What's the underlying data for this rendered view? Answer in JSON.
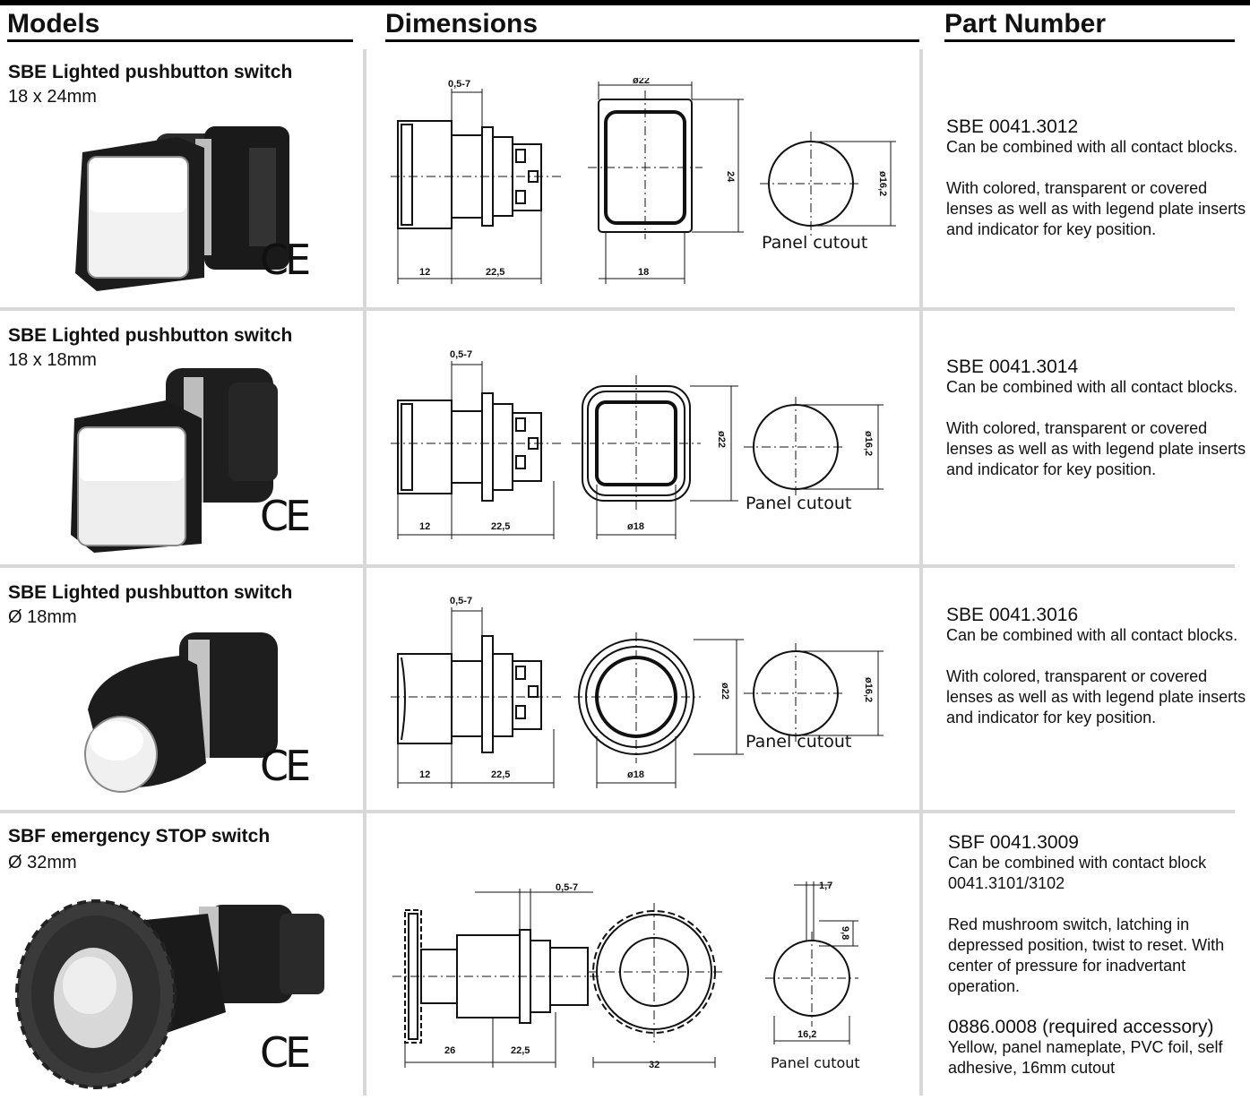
{
  "header": {
    "models": "Models",
    "dimensions": "Dimensions",
    "part_number": "Part Number"
  },
  "ce_mark": "CE",
  "panel_cutout": "Panel cutout",
  "rows": [
    {
      "model": "SBE Lighted pushbutton switch",
      "size": "18 x 24mm",
      "dims": {
        "a": "0,5-7",
        "b": "ø22",
        "c": "24",
        "d": "ø16,2",
        "e": "12",
        "f": "22,5",
        "g": "18"
      },
      "part_number": "SBE 0041.3012",
      "desc1": "Can be combined with all contact blocks.",
      "desc2": "With colored, transparent or covered lenses as well as with legend plate inserts and indicator for key position."
    },
    {
      "model": "SBE Lighted pushbutton switch",
      "size": "18 x 18mm",
      "dims": {
        "a": "0,5-7",
        "b": "ø22",
        "d": "ø16,2",
        "e": "12",
        "f": "22,5",
        "g": "ø18"
      },
      "part_number": "SBE 0041.3014",
      "desc1": "Can be combined with all contact blocks.",
      "desc2": "With colored, transparent or covered lenses as well as with legend plate inserts and indicator for key position."
    },
    {
      "model": "SBE Lighted pushbutton switch",
      "size": "Ø 18mm",
      "dims": {
        "a": "0,5-7",
        "b": "ø22",
        "d": "ø16,2",
        "e": "12",
        "f": "22,5",
        "g": "ø18"
      },
      "part_number": "SBE 0041.3016",
      "desc1": "Can be combined with all contact blocks.",
      "desc2": "With colored, transparent or covered lenses as well as with legend plate inserts and indicator for key position."
    },
    {
      "model": "SBF emergency STOP switch",
      "size": "Ø 32mm",
      "dims": {
        "a": "0,5-7",
        "h": "1,7",
        "i": "9,8",
        "e": "26",
        "f": "22,5",
        "g": "32",
        "d": "16,2"
      },
      "part_number": "SBF 0041.3009",
      "desc1": "Can be combined with contact block 0041.3101/3102",
      "desc2": "Red mushroom switch, latching in depressed position, twist to reset. With center of pressure for inadvertant operation.",
      "accessory_pn": "0886.0008 (required accessory)",
      "accessory_desc": "Yellow, panel  nameplate, PVC foil, self adhesive, 16mm cutout"
    }
  ]
}
